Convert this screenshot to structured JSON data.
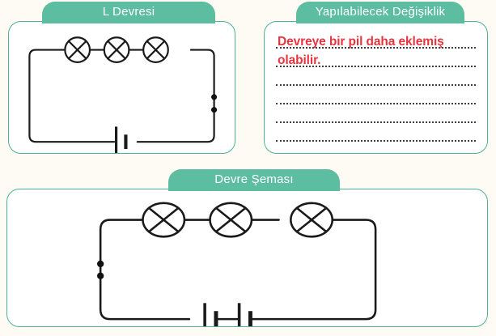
{
  "page": {
    "background_color": "#fdfbf4",
    "accent_color": "#5cbda0",
    "panel_border_color": "#4fb294",
    "answer_color": "#e8343f",
    "wire_color": "#1a1a1a"
  },
  "panels": {
    "circuit_l": {
      "tab_label": "L Devresi",
      "diagram": {
        "type": "circuit-schematic",
        "lamp_count": 3,
        "battery_count": 1,
        "terminal_dot_count": 2,
        "terminal_dot_side": "right",
        "description": "Seri bağlı üç ampul ve bir pil"
      }
    },
    "change_notes": {
      "tab_label": "Yapılabilecek Değişiklik",
      "lines": [
        "Devreye bir pil daha eklemiş",
        "olabilir.",
        "",
        "",
        "",
        ""
      ],
      "line_count": 6
    },
    "circuit_diagram": {
      "tab_label": "Devre Şeması",
      "diagram": {
        "type": "circuit-schematic",
        "lamp_count": 3,
        "battery_count": 2,
        "terminal_dot_count": 2,
        "terminal_dot_side": "left",
        "description": "Seri bağlı üç ampul ve iki pil"
      }
    }
  }
}
